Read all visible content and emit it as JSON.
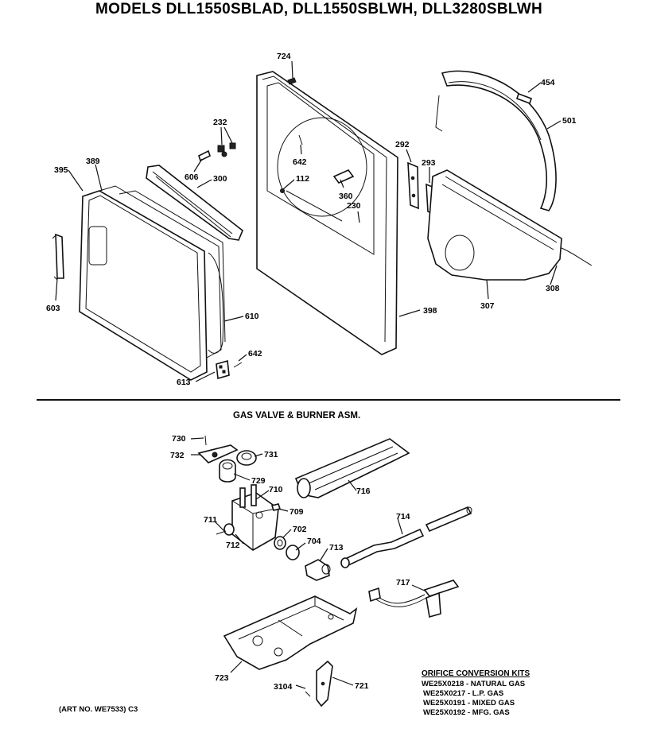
{
  "header": {
    "title": "MODELS DLL1550SBLAD, DLL1550SBLWH, DLL3280SBLWH"
  },
  "section": {
    "title": "GAS VALVE & BURNER ASM."
  },
  "callouts": {
    "p724": "724",
    "p454": "454",
    "p501": "501",
    "p232": "232",
    "p389": "389",
    "p395": "395",
    "p606": "606",
    "p300": "300",
    "p642a": "642",
    "p112": "112",
    "p360": "360",
    "p230": "230",
    "p292": "292",
    "p293": "293",
    "p603": "603",
    "p610": "610",
    "p642b": "642",
    "p613": "613",
    "p398": "398",
    "p307": "307",
    "p308": "308",
    "p730": "730",
    "p732": "732",
    "p731": "731",
    "p729": "729",
    "p710": "710",
    "p716": "716",
    "p709": "709",
    "p711": "711",
    "p712": "712",
    "p702": "702",
    "p704": "704",
    "p713": "713",
    "p714": "714",
    "p717": "717",
    "p723": "723",
    "p3104": "3104",
    "p721": "721"
  },
  "orifice_kits": {
    "title": "ORIFICE CONVERSION KITS",
    "items": [
      "WE25X0218 - NATURAL GAS",
      "WE25X0217 - L.P. GAS",
      "WE25X0191 - MIXED GAS",
      "WE25X0192 - MFG. GAS"
    ]
  },
  "footer": {
    "art_no": "(ART NO. WE7533)  C3"
  }
}
